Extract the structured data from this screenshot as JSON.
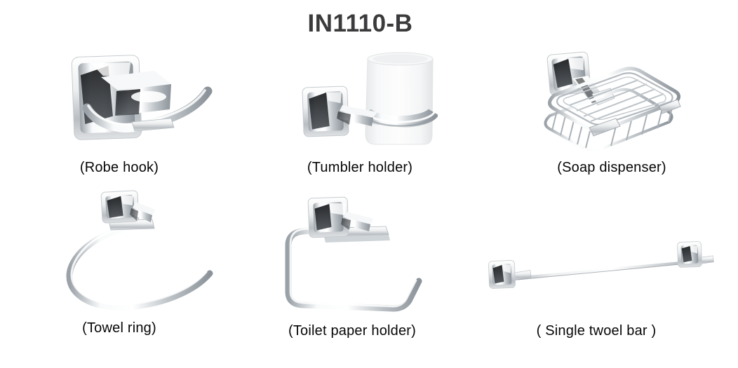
{
  "page": {
    "title": "IN1110-B",
    "background_color": "#ffffff",
    "title_color": "#3b3b3d",
    "label_color": "#060606"
  },
  "products": [
    {
      "id": "robe-hook",
      "label": "(Robe hook)",
      "icon": "robe-hook-image"
    },
    {
      "id": "tumbler-holder",
      "label": "(Tumbler holder)",
      "icon": "tumbler-holder-image"
    },
    {
      "id": "soap-dispenser",
      "label": "(Soap dispenser)",
      "icon": "soap-basket-image"
    },
    {
      "id": "towel-ring",
      "label": "(Towel ring)",
      "icon": "towel-ring-image"
    },
    {
      "id": "toilet-paper-holder",
      "label": "(Toilet paper holder)",
      "icon": "toilet-paper-holder-image"
    },
    {
      "id": "single-towel-bar",
      "label": "( Single twoel bar )",
      "icon": "single-towel-bar-image"
    }
  ],
  "finish": {
    "name": "polished chrome",
    "chrome_light": "#ffffff",
    "chrome_mid": "#c4c9cd",
    "chrome_dark": "#8c939a",
    "reflection_dark": "#101214",
    "frosted_glass": "#f2f3f4"
  }
}
